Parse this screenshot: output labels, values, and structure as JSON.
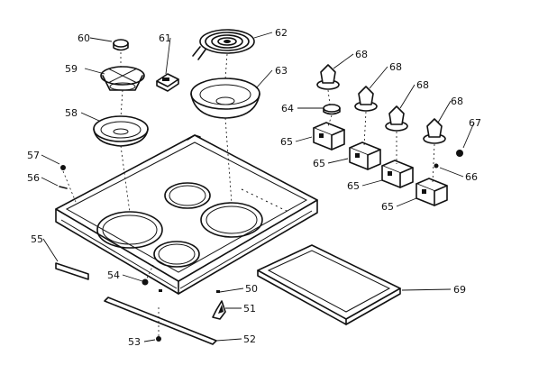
{
  "diagram": {
    "callouts": [
      "60",
      "61",
      "62",
      "59",
      "63",
      "68",
      "68",
      "68",
      "68",
      "58",
      "64",
      "67",
      "57",
      "65",
      "56",
      "65",
      "66",
      "65",
      "65",
      "55",
      "54",
      "50",
      "69",
      "51",
      "53",
      "52"
    ]
  }
}
